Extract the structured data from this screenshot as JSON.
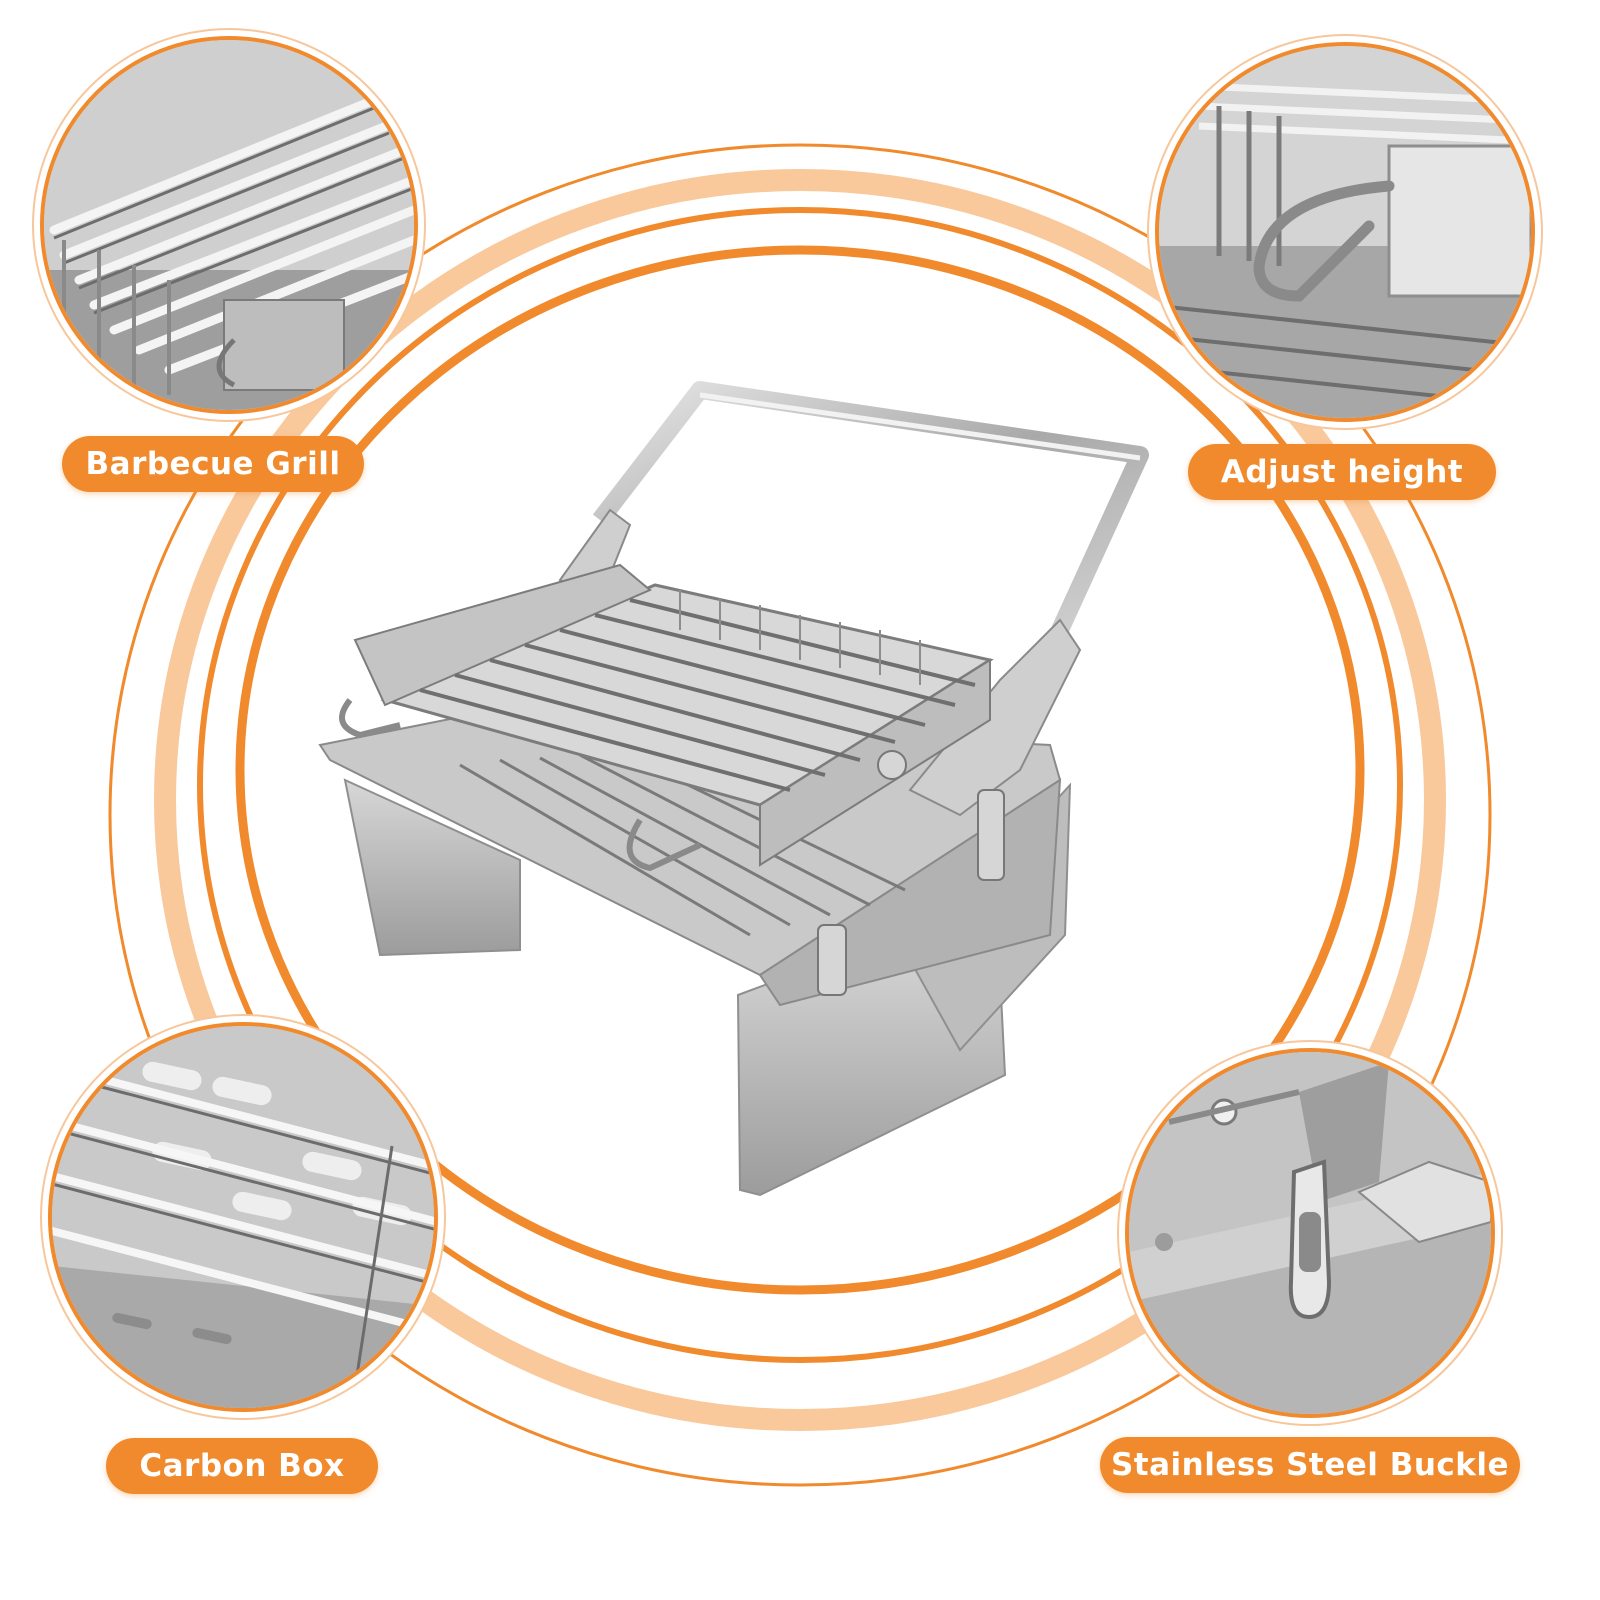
{
  "theme": {
    "accent": "#f08a2c",
    "accent_light": "#f7b57a",
    "steel": "#b8b8b8",
    "background": "#ffffff"
  },
  "callouts": {
    "top_left": {
      "label": "Barbecue Grill",
      "icon": "grill-grate-closeup"
    },
    "top_right": {
      "label": "Adjust height",
      "icon": "height-adjust-hook-closeup"
    },
    "bottom_left": {
      "label": "Carbon Box",
      "icon": "charcoal-box-closeup"
    },
    "bottom_right": {
      "label": "Stainless Steel Buckle",
      "icon": "latch-buckle-closeup"
    }
  },
  "product": {
    "icon": "folding-stainless-steel-grill"
  }
}
